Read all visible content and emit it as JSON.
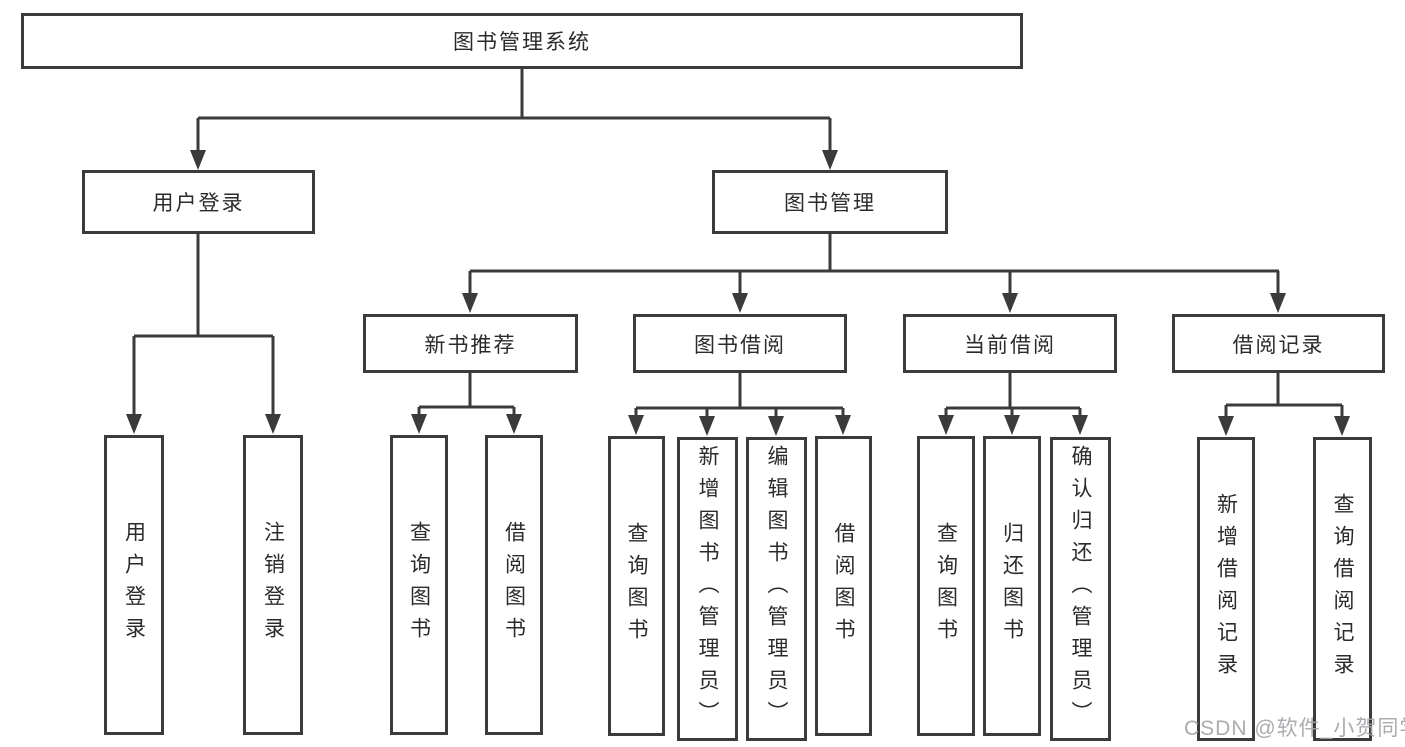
{
  "diagram": {
    "type": "tree",
    "tree": {
      "label": "图书管理系统",
      "children": [
        {
          "label": "用户登录",
          "children": [
            {
              "label": "用户登录"
            },
            {
              "label": "注销登录"
            }
          ]
        },
        {
          "label": "图书管理",
          "children": [
            {
              "label": "新书推荐",
              "children": [
                {
                  "label": "查询图书"
                },
                {
                  "label": "借阅图书"
                }
              ]
            },
            {
              "label": "图书借阅",
              "children": [
                {
                  "label": "查询图书"
                },
                {
                  "label": "新增图书（管理员）"
                },
                {
                  "label": "编辑图书（管理员）"
                },
                {
                  "label": "借阅图书"
                }
              ]
            },
            {
              "label": "当前借阅",
              "children": [
                {
                  "label": "查询图书"
                },
                {
                  "label": "归还图书"
                },
                {
                  "label": "确认归还（管理员）"
                }
              ]
            },
            {
              "label": "借阅记录",
              "children": [
                {
                  "label": "新增借阅记录"
                },
                {
                  "label": "查询借阅记录"
                }
              ]
            }
          ]
        }
      ]
    }
  },
  "nodes": {
    "root": "图书管理系统",
    "user_login": "用户登录",
    "book_mgmt": "图书管理",
    "new_book_rec": "新书推荐",
    "book_borrow": "图书借阅",
    "current_borrow": "当前借阅",
    "borrow_records": "借阅记录",
    "ul_login": "用户登录",
    "ul_logout": "注销登录",
    "nbr_query": "查询图书",
    "nbr_borrow": "借阅图书",
    "bb_query": "查询图书",
    "bb_add": "新增图书（管理员）",
    "bb_edit": "编辑图书（管理员）",
    "bb_borrow": "借阅图书",
    "cb_query": "查询图书",
    "cb_return": "归还图书",
    "cb_confirm": "确认归还（管理员）",
    "br_add": "新增借阅记录",
    "br_query": "查询借阅记录"
  },
  "watermark": "CSDN @软件_小贺同学",
  "colors": {
    "line": "#3b3b3b",
    "text": "#2b2b2b",
    "watermark": "#a4a4aa",
    "background": "#ffffff"
  }
}
